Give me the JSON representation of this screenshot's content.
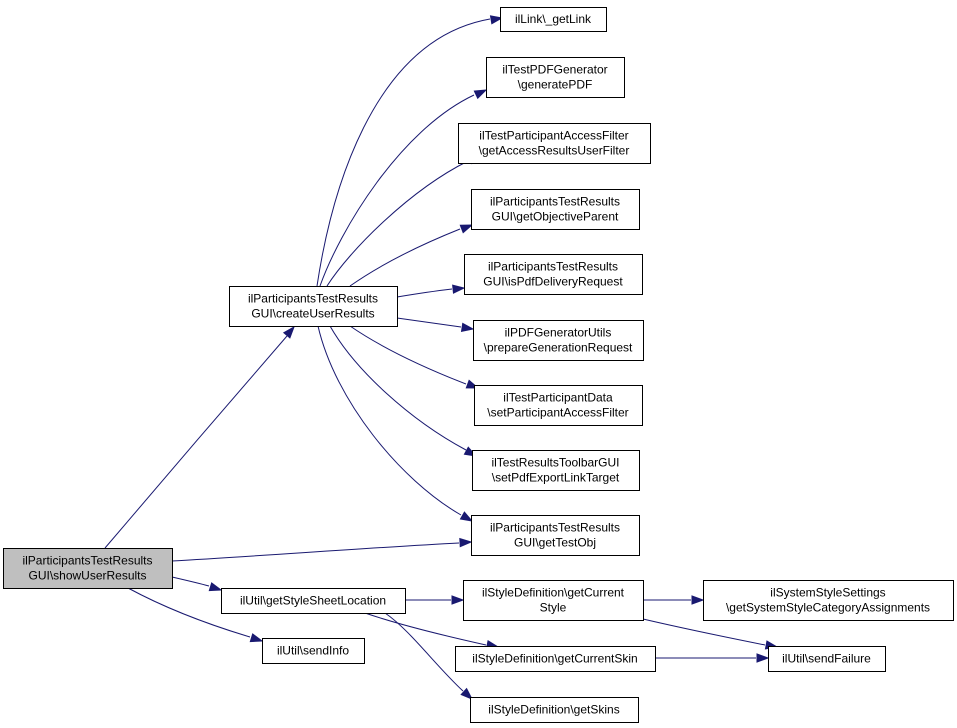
{
  "diagram": {
    "nodes": [
      {
        "id": "showUserResults",
        "lines": [
          "ilParticipantsTestResults",
          "GUI\\showUserResults"
        ],
        "root": true
      },
      {
        "id": "createUserResults",
        "lines": [
          "ilParticipantsTestResults",
          "GUI\\createUserResults"
        ]
      },
      {
        "id": "getLink",
        "lines": [
          "ilLink\\_getLink"
        ]
      },
      {
        "id": "generatePDF",
        "lines": [
          "ilTestPDFGenerator",
          "\\generatePDF"
        ]
      },
      {
        "id": "getAccessResultsUserFilter",
        "lines": [
          "ilTestParticipantAccessFilter",
          "\\getAccessResultsUserFilter"
        ]
      },
      {
        "id": "getObjectiveParent",
        "lines": [
          "ilParticipantsTestResults",
          "GUI\\getObjectiveParent"
        ]
      },
      {
        "id": "isPdfDeliveryRequest",
        "lines": [
          "ilParticipantsTestResults",
          "GUI\\isPdfDeliveryRequest"
        ]
      },
      {
        "id": "prepareGenerationRequest",
        "lines": [
          "ilPDFGeneratorUtils",
          "\\prepareGenerationRequest"
        ]
      },
      {
        "id": "setParticipantAccessFilter",
        "lines": [
          "ilTestParticipantData",
          "\\setParticipantAccessFilter"
        ]
      },
      {
        "id": "setPdfExportLinkTarget",
        "lines": [
          "ilTestResultsToolbarGUI",
          "\\setPdfExportLinkTarget"
        ]
      },
      {
        "id": "getTestObj",
        "lines": [
          "ilParticipantsTestResults",
          "GUI\\getTestObj"
        ]
      },
      {
        "id": "getStyleSheetLocation",
        "lines": [
          "ilUtil\\getStyleSheetLocation"
        ]
      },
      {
        "id": "sendInfo",
        "lines": [
          "ilUtil\\sendInfo"
        ]
      },
      {
        "id": "getCurrentStyle",
        "lines": [
          "ilStyleDefinition\\getCurrent",
          "Style"
        ]
      },
      {
        "id": "getCurrentSkin",
        "lines": [
          "ilStyleDefinition\\getCurrentSkin"
        ]
      },
      {
        "id": "getSkins",
        "lines": [
          "ilStyleDefinition\\getSkins"
        ]
      },
      {
        "id": "getSystemStyleCategoryAssignments",
        "lines": [
          "ilSystemStyleSettings",
          "\\getSystemStyleCategoryAssignments"
        ]
      },
      {
        "id": "sendFailure",
        "lines": [
          "ilUtil\\sendFailure"
        ]
      }
    ],
    "edges": [
      {
        "from": "showUserResults",
        "to": "createUserResults"
      },
      {
        "from": "showUserResults",
        "to": "getTestObj"
      },
      {
        "from": "showUserResults",
        "to": "getStyleSheetLocation"
      },
      {
        "from": "showUserResults",
        "to": "sendInfo"
      },
      {
        "from": "createUserResults",
        "to": "getLink"
      },
      {
        "from": "createUserResults",
        "to": "generatePDF"
      },
      {
        "from": "createUserResults",
        "to": "getAccessResultsUserFilter"
      },
      {
        "from": "createUserResults",
        "to": "getObjectiveParent"
      },
      {
        "from": "createUserResults",
        "to": "isPdfDeliveryRequest"
      },
      {
        "from": "createUserResults",
        "to": "prepareGenerationRequest"
      },
      {
        "from": "createUserResults",
        "to": "setParticipantAccessFilter"
      },
      {
        "from": "createUserResults",
        "to": "setPdfExportLinkTarget"
      },
      {
        "from": "createUserResults",
        "to": "getTestObj"
      },
      {
        "from": "getStyleSheetLocation",
        "to": "getCurrentStyle"
      },
      {
        "from": "getStyleSheetLocation",
        "to": "getCurrentSkin"
      },
      {
        "from": "getStyleSheetLocation",
        "to": "getSkins"
      },
      {
        "from": "getCurrentStyle",
        "to": "getSystemStyleCategoryAssignments"
      },
      {
        "from": "getCurrentStyle",
        "to": "sendFailure"
      },
      {
        "from": "getCurrentSkin",
        "to": "sendFailure"
      }
    ],
    "colors": {
      "edge": "#191970",
      "root_fill": "#bfbfbf",
      "node_fill": "#ffffff",
      "border": "#000000"
    }
  }
}
